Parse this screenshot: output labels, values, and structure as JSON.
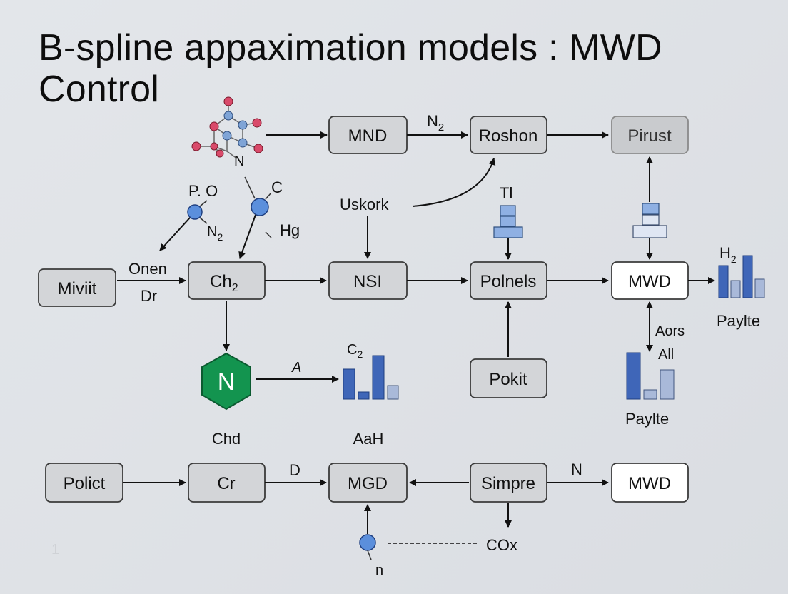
{
  "title": "B-spline appaximation models : MWD Control",
  "boxes": {
    "mnd": "MND",
    "roshon": "Roshon",
    "pirust": "Pirust",
    "miviit": "Miviit",
    "ch2": "Ch",
    "ch2_sub": "2",
    "nsi": "NSI",
    "polnels": "Polnels",
    "mwd_mid": "MWD",
    "pokit": "Pokit",
    "polict": "Polict",
    "cr": "Cr",
    "mgd": "MGD",
    "simpre": "Simpre",
    "mwd_bottom": "MWD"
  },
  "hexagon": {
    "label": "N"
  },
  "annotations": {
    "n2_top": "N",
    "n2_top_sub": "2",
    "usokork": "Uskork",
    "tl": "Tl",
    "p_o": "P. O",
    "n2_left": "N",
    "n2_left_sub": "2",
    "c": "C",
    "hg": "Hg",
    "n_molecule": "N",
    "onen": "Onen",
    "dr": "Dr",
    "a": "A",
    "c2": "C",
    "c2_sub": "2",
    "chd": "Chd",
    "aah": "AaH",
    "h2": "H",
    "h2_sub": "2",
    "paylte_right": "Paylte",
    "aors": "Aors",
    "all": "All",
    "paylte_mid": "Paylte",
    "d": "D",
    "n_bottom": "N",
    "cox": "COx",
    "n_small": "n",
    "corner_mark": "1"
  },
  "colors": {
    "background": "#dfe2e6",
    "box_fill": "#d3d5d8",
    "box_white": "#ffffff",
    "hexagon_green": "#13944f",
    "bar_dark_blue": "#3f66b8",
    "bar_light_blue": "#a9b9d9",
    "atom_red": "#d94a6a",
    "atom_blue": "#7fa4d6"
  },
  "icons": {
    "molecule": "molecule-icon",
    "bar_chart": "bar-chart-icon",
    "stacked_block": "stacked-block-icon",
    "node": "blue-node-icon"
  }
}
